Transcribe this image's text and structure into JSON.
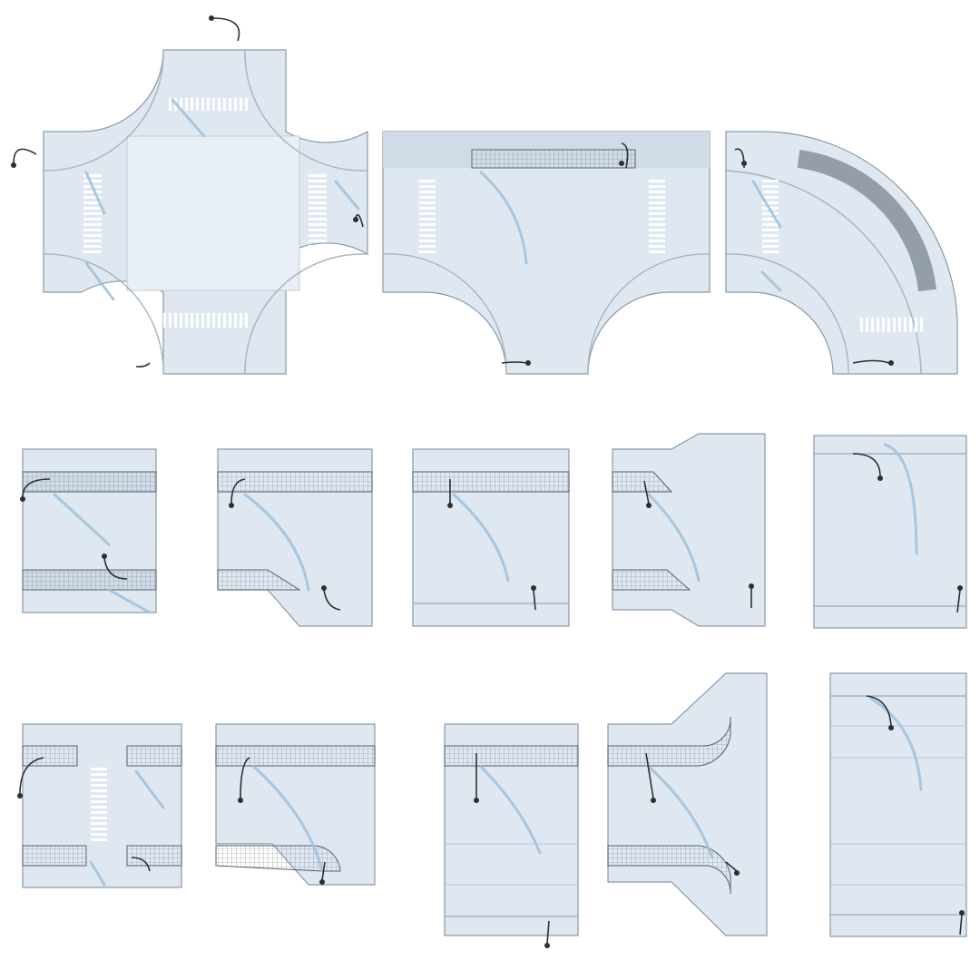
{
  "colors": {
    "road": "#dfe8f1",
    "road_light": "#e9eff6",
    "line": "#ffffff",
    "sidewalk": "#cfdbe6",
    "outline": "#8a98a8",
    "shadow": "#9ebfdc",
    "railing": "#55606c",
    "lamp": "#2a2f36",
    "curb": "#a6b3c0"
  },
  "tiles": [
    {
      "name": "tile-cross-intersection",
      "kind": "cross"
    },
    {
      "name": "tile-t-junction",
      "kind": "tjunction"
    },
    {
      "name": "tile-curve-90",
      "kind": "curve"
    },
    {
      "name": "tile-straight-both-sides",
      "kind": "straight2"
    },
    {
      "name": "tile-straight-taper-bottom",
      "kind": "taperBottom"
    },
    {
      "name": "tile-straight-one-side",
      "kind": "straight1"
    },
    {
      "name": "tile-straight-widening-both",
      "kind": "taperBoth"
    },
    {
      "name": "tile-straight-wide-plain",
      "kind": "wide"
    },
    {
      "name": "tile-straight-crosswalk",
      "kind": "crosswalk"
    },
    {
      "name": "tile-straight-corner-bottom",
      "kind": "cornerBottom"
    },
    {
      "name": "tile-straight-lanes",
      "kind": "lanes"
    },
    {
      "name": "tile-straight-corner-both",
      "kind": "cornerBoth"
    },
    {
      "name": "tile-straight-wide-lanes",
      "kind": "wideLanes"
    }
  ]
}
